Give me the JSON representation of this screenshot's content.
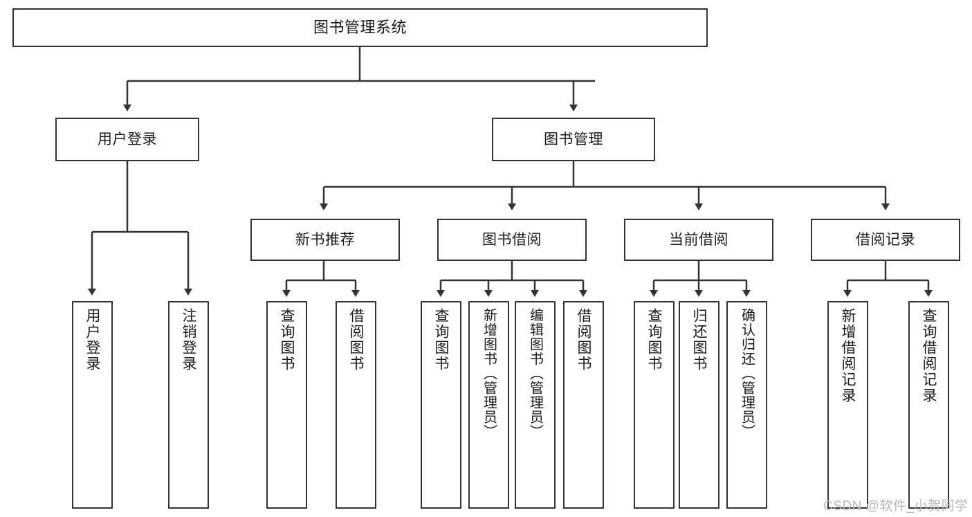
{
  "diagram": {
    "title": "图书管理系统",
    "type": "hierarchy-tree",
    "root": {
      "label": "图书管理系统"
    },
    "level2": [
      {
        "label": "用户登录"
      },
      {
        "label": "图书管理"
      }
    ],
    "level3": [
      {
        "label": "新书推荐"
      },
      {
        "label": "图书借阅"
      },
      {
        "label": "当前借阅"
      },
      {
        "label": "借阅记录"
      }
    ],
    "leaves": {
      "user_login": [
        {
          "label": "用户登录"
        },
        {
          "label": "注销登录"
        }
      ],
      "new_book_recommend": [
        {
          "label": "查询图书"
        },
        {
          "label": "借阅图书"
        }
      ],
      "book_borrow": [
        {
          "label": "查询图书"
        },
        {
          "label": "新增图书（管理员）"
        },
        {
          "label": "编辑图书（管理员）"
        },
        {
          "label": "借阅图书"
        }
      ],
      "current_borrow": [
        {
          "label": "查询图书"
        },
        {
          "label": "归还图书"
        },
        {
          "label": "确认归还（管理员）"
        }
      ],
      "borrow_record": [
        {
          "label": "新增借阅记录"
        },
        {
          "label": "查询借阅记录"
        }
      ]
    }
  },
  "watermark": {
    "text": "CSDN @软件_小贺同学"
  },
  "colors": {
    "border": "#333333",
    "background": "#ffffff",
    "text": "#1a1a1a",
    "watermark": "#b9b9b9"
  }
}
